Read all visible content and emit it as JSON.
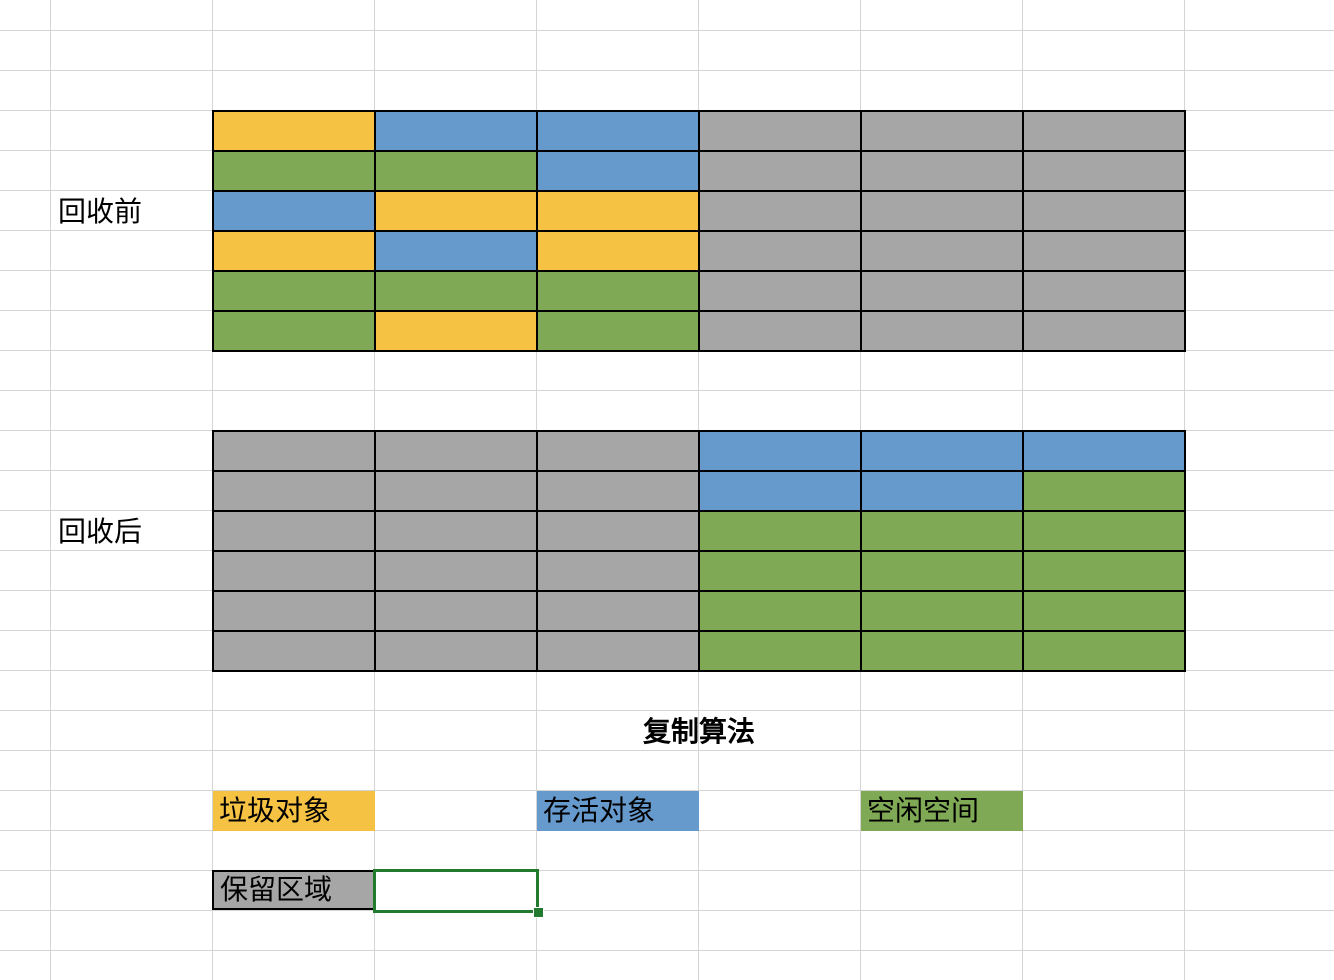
{
  "colors": {
    "garbage": "#f6c244",
    "alive": "#6699cc",
    "free": "#7fa955",
    "reserved": "#a6a6a6"
  },
  "before": {
    "label": "回收前",
    "rows": [
      [
        "garbage",
        "alive",
        "alive",
        "reserved",
        "reserved",
        "reserved"
      ],
      [
        "free",
        "free",
        "alive",
        "reserved",
        "reserved",
        "reserved"
      ],
      [
        "alive",
        "garbage",
        "garbage",
        "reserved",
        "reserved",
        "reserved"
      ],
      [
        "garbage",
        "alive",
        "garbage",
        "reserved",
        "reserved",
        "reserved"
      ],
      [
        "free",
        "free",
        "free",
        "reserved",
        "reserved",
        "reserved"
      ],
      [
        "free",
        "garbage",
        "free",
        "reserved",
        "reserved",
        "reserved"
      ]
    ]
  },
  "after": {
    "label": "回收后",
    "rows": [
      [
        "reserved",
        "reserved",
        "reserved",
        "alive",
        "alive",
        "alive"
      ],
      [
        "reserved",
        "reserved",
        "reserved",
        "alive",
        "alive",
        "free"
      ],
      [
        "reserved",
        "reserved",
        "reserved",
        "free",
        "free",
        "free"
      ],
      [
        "reserved",
        "reserved",
        "reserved",
        "free",
        "free",
        "free"
      ],
      [
        "reserved",
        "reserved",
        "reserved",
        "free",
        "free",
        "free"
      ],
      [
        "reserved",
        "reserved",
        "reserved",
        "free",
        "free",
        "free"
      ]
    ]
  },
  "title": "复制算法",
  "legend": {
    "garbage": "垃圾对象",
    "alive": "存活对象",
    "free": "空闲空间",
    "reserved": "保留区域"
  }
}
